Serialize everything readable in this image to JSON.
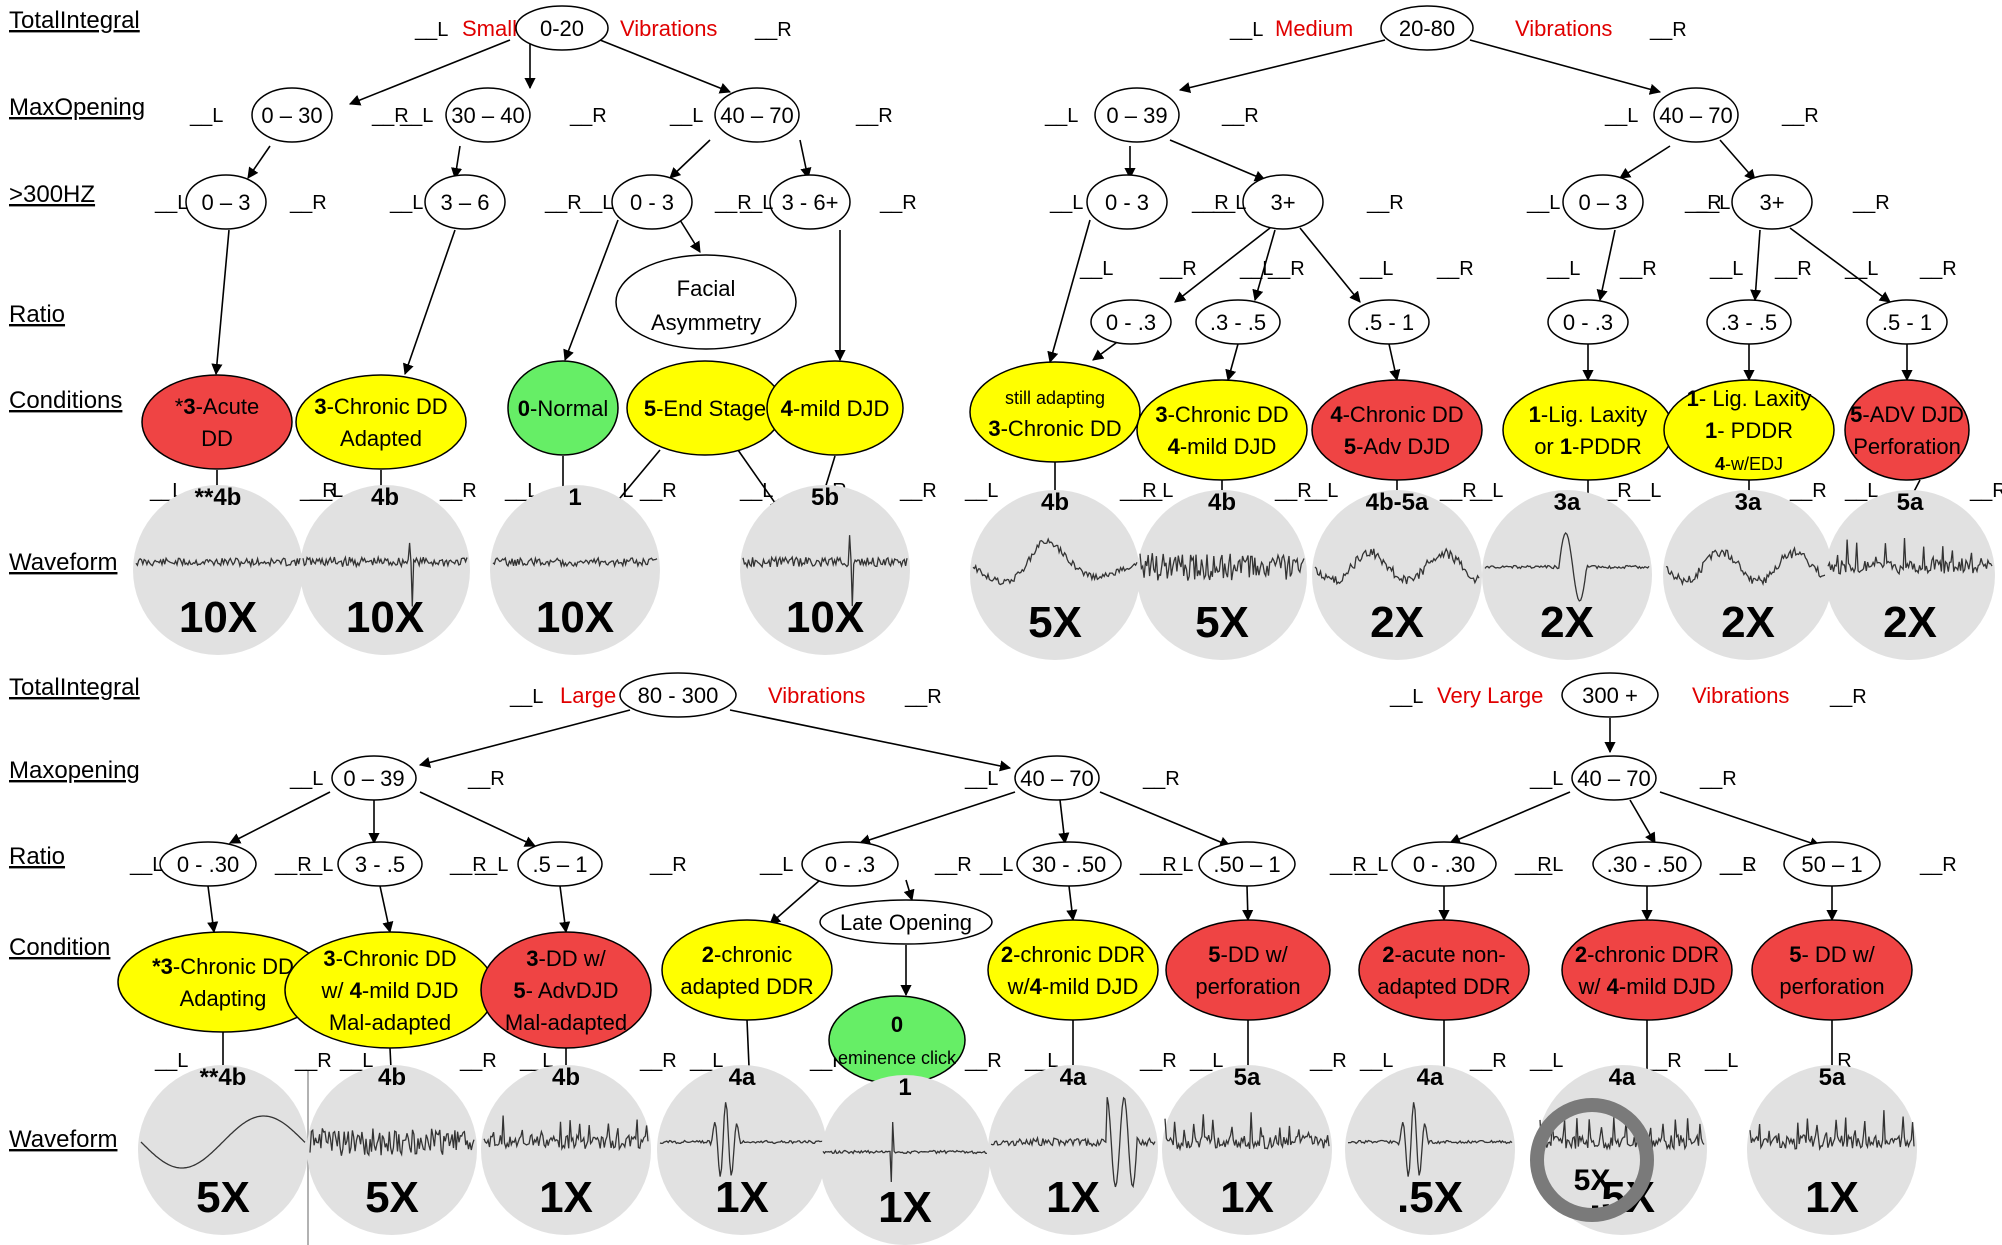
{
  "colors": {
    "red": "#ef4444",
    "yellow": "#ffff00",
    "green": "#66ee66",
    "white": "#ffffff",
    "circle": "#e1e1e1",
    "label_red": "#e00000",
    "line": "#000000",
    "ring": "#7a7a7a"
  },
  "row_labels": [
    {
      "id": "rl-totalintegral-1",
      "text": "TotalIntegral"
    },
    {
      "id": "rl-maxopening-1",
      "text": "MaxOpening"
    },
    {
      "id": "rl-300hz",
      "text": ">300HZ"
    },
    {
      "id": "rl-ratio-1",
      "text": "Ratio"
    },
    {
      "id": "rl-conditions",
      "text": "Conditions"
    },
    {
      "id": "rl-waveform-1",
      "text": "Waveform"
    },
    {
      "id": "rl-totalintegral-2",
      "text": "TotalIntegral"
    },
    {
      "id": "rl-maxopening-2",
      "text": "Maxopening"
    },
    {
      "id": "rl-ratio-2",
      "text": "Ratio"
    },
    {
      "id": "rl-condition",
      "text": "Condition"
    },
    {
      "id": "rl-waveform-2",
      "text": "Waveform"
    }
  ],
  "headers": [
    {
      "id": "h-small",
      "word": "Small",
      "vib": "Vibrations",
      "value": "0-20"
    },
    {
      "id": "h-medium",
      "word": "Medium",
      "vib": "Vibrations",
      "value": "20-80"
    },
    {
      "id": "h-large",
      "word": "Large",
      "vib": "Vibrations",
      "value": "80 - 300"
    },
    {
      "id": "h-verylarge",
      "word": "Very Large",
      "vib": "Vibrations",
      "value": "300 +"
    }
  ],
  "lr": {
    "left": "__L",
    "right": "__R"
  },
  "nodes": [
    {
      "id": "n-mo-0-30",
      "text": "0 – 30"
    },
    {
      "id": "n-mo-30-40",
      "text": "30 – 40"
    },
    {
      "id": "n-mo-40-70-a",
      "text": "40 – 70"
    },
    {
      "id": "n-mo-0-39-a",
      "text": "0 – 39"
    },
    {
      "id": "n-mo-40-70-b",
      "text": "40 – 70"
    },
    {
      "id": "n-hz-a",
      "text": "0 – 3"
    },
    {
      "id": "n-hz-b",
      "text": "3 – 6"
    },
    {
      "id": "n-hz-c",
      "text": "0 - 3"
    },
    {
      "id": "n-hz-d",
      "text": "3 - 6+"
    },
    {
      "id": "n-hz-e",
      "text": "0 - 3"
    },
    {
      "id": "n-hz-f",
      "text": "3+"
    },
    {
      "id": "n-hz-g",
      "text": "0 – 3"
    },
    {
      "id": "n-hz-h",
      "text": "3+"
    },
    {
      "id": "n-facial",
      "lines": [
        "Facial",
        "Asymmetry"
      ]
    },
    {
      "id": "n-r1-a",
      "text": "0 - .3"
    },
    {
      "id": "n-r1-b",
      "text": ".3 - .5"
    },
    {
      "id": "n-r1-c",
      "text": ".5 - 1"
    },
    {
      "id": "n-r1-d",
      "text": "0 - .3"
    },
    {
      "id": "n-r1-e",
      "text": ".3 - .5"
    },
    {
      "id": "n-r1-f",
      "text": ".5 - 1"
    },
    {
      "id": "n-mo-0-39-b",
      "text": "0 – 39"
    },
    {
      "id": "n-mo-40-70-c",
      "text": "40 – 70"
    },
    {
      "id": "n-mo-40-70-d",
      "text": "40 – 70"
    },
    {
      "id": "n-r2-a",
      "text": "0 - .30"
    },
    {
      "id": "n-r2-b",
      "text": "3 - .5"
    },
    {
      "id": "n-r2-c",
      "text": ".5 – 1"
    },
    {
      "id": "n-r2-d",
      "text": "0 - .3"
    },
    {
      "id": "n-r2-e",
      "text": "30 - .50"
    },
    {
      "id": "n-r2-f",
      "text": ".50 – 1"
    },
    {
      "id": "n-r2-g",
      "text": "0 - .30"
    },
    {
      "id": "n-r2-h",
      "text": ".30 - .50"
    },
    {
      "id": "n-r2-i",
      "text": "50 – 1"
    },
    {
      "id": "n-late",
      "text": "Late Opening"
    }
  ],
  "conditions": [
    {
      "id": "c1",
      "color": "red",
      "lines": [
        [
          [
            "*",
            false
          ],
          [
            "3",
            true
          ],
          [
            "-Acute",
            false
          ]
        ],
        [
          [
            "DD",
            false
          ]
        ]
      ]
    },
    {
      "id": "c2",
      "color": "yellow",
      "lines": [
        [
          [
            "3",
            true
          ],
          [
            "-Chronic DD",
            false
          ]
        ],
        [
          [
            "Adapted",
            false
          ]
        ]
      ]
    },
    {
      "id": "c3",
      "color": "green",
      "lines": [
        [
          [
            "0",
            true
          ],
          [
            "-Normal",
            false
          ]
        ]
      ]
    },
    {
      "id": "c4",
      "color": "yellow",
      "lines": [
        [
          [
            "5",
            true
          ],
          [
            "-End Stage",
            false
          ]
        ]
      ]
    },
    {
      "id": "c5",
      "color": "yellow",
      "lines": [
        [
          [
            "4",
            true
          ],
          [
            "-mild DJD",
            false
          ]
        ]
      ]
    },
    {
      "id": "c6",
      "color": "yellow",
      "lines": [
        [
          [
            "still adapting",
            false
          ]
        ],
        [
          [
            "3",
            true
          ],
          [
            "-Chronic DD",
            false
          ]
        ]
      ]
    },
    {
      "id": "c7",
      "color": "yellow",
      "lines": [
        [
          [
            "3",
            true
          ],
          [
            "-Chronic DD",
            false
          ]
        ],
        [
          [
            "4",
            true
          ],
          [
            "-mild DJD",
            false
          ]
        ]
      ]
    },
    {
      "id": "c8",
      "color": "red",
      "lines": [
        [
          [
            "4",
            true
          ],
          [
            "-Chronic DD",
            false
          ]
        ],
        [
          [
            "5",
            true
          ],
          [
            "-Adv DJD",
            false
          ]
        ]
      ]
    },
    {
      "id": "c9",
      "color": "yellow",
      "lines": [
        [
          [
            "1",
            true
          ],
          [
            "-Lig. Laxity",
            false
          ]
        ],
        [
          [
            "or ",
            false
          ],
          [
            "1",
            true
          ],
          [
            "-PDDR",
            false
          ]
        ]
      ]
    },
    {
      "id": "c10",
      "color": "yellow",
      "lines": [
        [
          [
            "1",
            true
          ],
          [
            "- Lig. Laxity",
            false
          ]
        ],
        [
          [
            "1",
            true
          ],
          [
            "- PDDR",
            false
          ]
        ],
        [
          [
            "4",
            true
          ],
          [
            "-w/EDJ",
            false
          ]
        ]
      ]
    },
    {
      "id": "c11",
      "color": "red",
      "lines": [
        [
          [
            "5",
            true
          ],
          [
            "-ADV DJD",
            false
          ]
        ],
        [
          [
            "Perforation",
            false
          ]
        ]
      ]
    },
    {
      "id": "c12",
      "color": "yellow",
      "lines": [
        [
          [
            "*",
            true
          ],
          [
            "3",
            true
          ],
          [
            "-Chronic DD",
            false
          ]
        ],
        [
          [
            "Adapting",
            false
          ]
        ]
      ]
    },
    {
      "id": "c13",
      "color": "yellow",
      "lines": [
        [
          [
            "3",
            true
          ],
          [
            "-Chronic DD",
            false
          ]
        ],
        [
          [
            "w/ ",
            false
          ],
          [
            "4",
            true
          ],
          [
            "-mild DJD",
            false
          ]
        ],
        [
          [
            "Mal-adapted",
            false
          ]
        ]
      ]
    },
    {
      "id": "c14",
      "color": "red",
      "lines": [
        [
          [
            "3",
            true
          ],
          [
            "-DD w/",
            false
          ]
        ],
        [
          [
            "5",
            true
          ],
          [
            "- AdvDJD",
            false
          ]
        ],
        [
          [
            "Mal-adapted",
            false
          ]
        ]
      ]
    },
    {
      "id": "c15",
      "color": "yellow",
      "lines": [
        [
          [
            "2",
            true
          ],
          [
            "-chronic",
            false
          ]
        ],
        [
          [
            "adapted DDR",
            false
          ]
        ]
      ]
    },
    {
      "id": "c16",
      "color": "green",
      "lines": [
        [
          [
            "0",
            true
          ]
        ],
        [
          [
            "eminence click",
            false
          ]
        ]
      ]
    },
    {
      "id": "c17",
      "color": "yellow",
      "lines": [
        [
          [
            "2",
            true
          ],
          [
            "-chronic DDR",
            false
          ]
        ],
        [
          [
            "w/",
            false
          ],
          [
            "4",
            true
          ],
          [
            "-mild DJD",
            false
          ]
        ]
      ]
    },
    {
      "id": "c18",
      "color": "red",
      "lines": [
        [
          [
            "5",
            true
          ],
          [
            "-DD w/",
            false
          ]
        ],
        [
          [
            "perforation",
            false
          ]
        ]
      ]
    },
    {
      "id": "c19",
      "color": "red",
      "lines": [
        [
          [
            "2",
            true
          ],
          [
            "-acute non-",
            false
          ]
        ],
        [
          [
            "adapted DDR",
            false
          ]
        ]
      ]
    },
    {
      "id": "c20",
      "color": "red",
      "lines": [
        [
          [
            "2",
            true
          ],
          [
            "-chronic DDR",
            false
          ]
        ],
        [
          [
            "w/ ",
            false
          ],
          [
            "4",
            true
          ],
          [
            "-mild DJD",
            false
          ]
        ]
      ]
    },
    {
      "id": "c21",
      "color": "red",
      "lines": [
        [
          [
            "5",
            true
          ],
          [
            "- DD w/",
            false
          ]
        ],
        [
          [
            "perforation",
            false
          ]
        ]
      ]
    }
  ],
  "waveforms": [
    {
      "id": "w1",
      "type": "**4b",
      "mag": "10X",
      "style": "flat"
    },
    {
      "id": "w2",
      "type": "4b",
      "mag": "10X",
      "style": "flatspike"
    },
    {
      "id": "w3",
      "type": "1",
      "mag": "10X",
      "style": "flat"
    },
    {
      "id": "w4",
      "type": "5b",
      "mag": "10X",
      "style": "flatspike"
    },
    {
      "id": "w5",
      "type": "4b",
      "mag": "5X",
      "style": "big"
    },
    {
      "id": "w6",
      "type": "4b",
      "mag": "5X",
      "style": "noise"
    },
    {
      "id": "w7",
      "type": "4b-5a",
      "mag": "2X",
      "style": "mid"
    },
    {
      "id": "w8",
      "type": "3a",
      "mag": "2X",
      "style": "pulse"
    },
    {
      "id": "w9",
      "type": "3a",
      "mag": "2X",
      "style": "mid"
    },
    {
      "id": "w10",
      "type": "5a",
      "mag": "2X",
      "style": "spiky"
    },
    {
      "id": "w11",
      "type": "**4b",
      "mag": "5X",
      "style": "slow"
    },
    {
      "id": "w12",
      "type": "4b",
      "mag": "5X",
      "style": "noise"
    },
    {
      "id": "w13",
      "type": "4b",
      "mag": "1X",
      "style": "spiky"
    },
    {
      "id": "w14",
      "type": "4a",
      "mag": "1X",
      "style": "burst"
    },
    {
      "id": "w15",
      "type": "1",
      "mag": "1X",
      "style": "click"
    },
    {
      "id": "w16",
      "type": "4a",
      "mag": "1X",
      "style": "rising"
    },
    {
      "id": "w17",
      "type": "5a",
      "mag": "1X",
      "style": "spiky"
    },
    {
      "id": "w18",
      "type": "4a",
      "mag": ".5X",
      "style": "burst"
    },
    {
      "id": "w19",
      "type": "4a",
      "mag": ".5X",
      "style": "ringed",
      "inset": "5X"
    },
    {
      "id": "w20",
      "type": "5a",
      "mag": "1X",
      "style": "spiky"
    }
  ]
}
